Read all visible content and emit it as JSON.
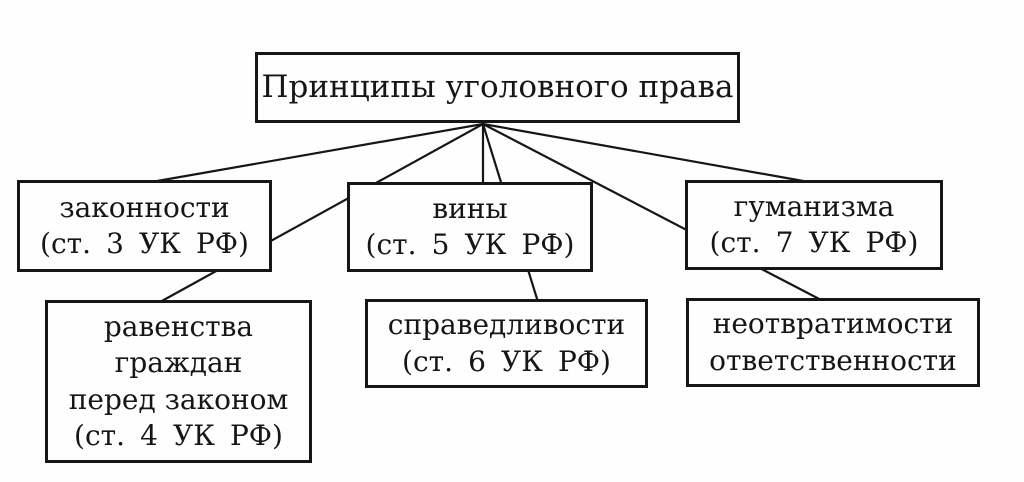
{
  "diagram": {
    "title": {
      "label": "Принципы уголовного права"
    },
    "nodes": [
      {
        "id": "zakonnosti",
        "lines": [
          "законности",
          "(ст. 3 УК РФ)"
        ]
      },
      {
        "id": "viny",
        "lines": [
          "вины",
          "(ст. 5 УК РФ)"
        ]
      },
      {
        "id": "gumanizma",
        "lines": [
          "гуманизма",
          "(ст. 7 УК РФ)"
        ]
      },
      {
        "id": "ravenstva",
        "lines": [
          "равенства",
          "граждан",
          "перед законом",
          "(ст. 4 УК РФ)"
        ]
      },
      {
        "id": "spravedlivosti",
        "lines": [
          "справедливости",
          "(ст. 6 УК РФ)"
        ]
      },
      {
        "id": "neotvratimosti",
        "lines": [
          "неотвратимости",
          "ответственности"
        ]
      }
    ],
    "colors": {
      "ink": "#161616",
      "paper": "#fefefe"
    }
  }
}
